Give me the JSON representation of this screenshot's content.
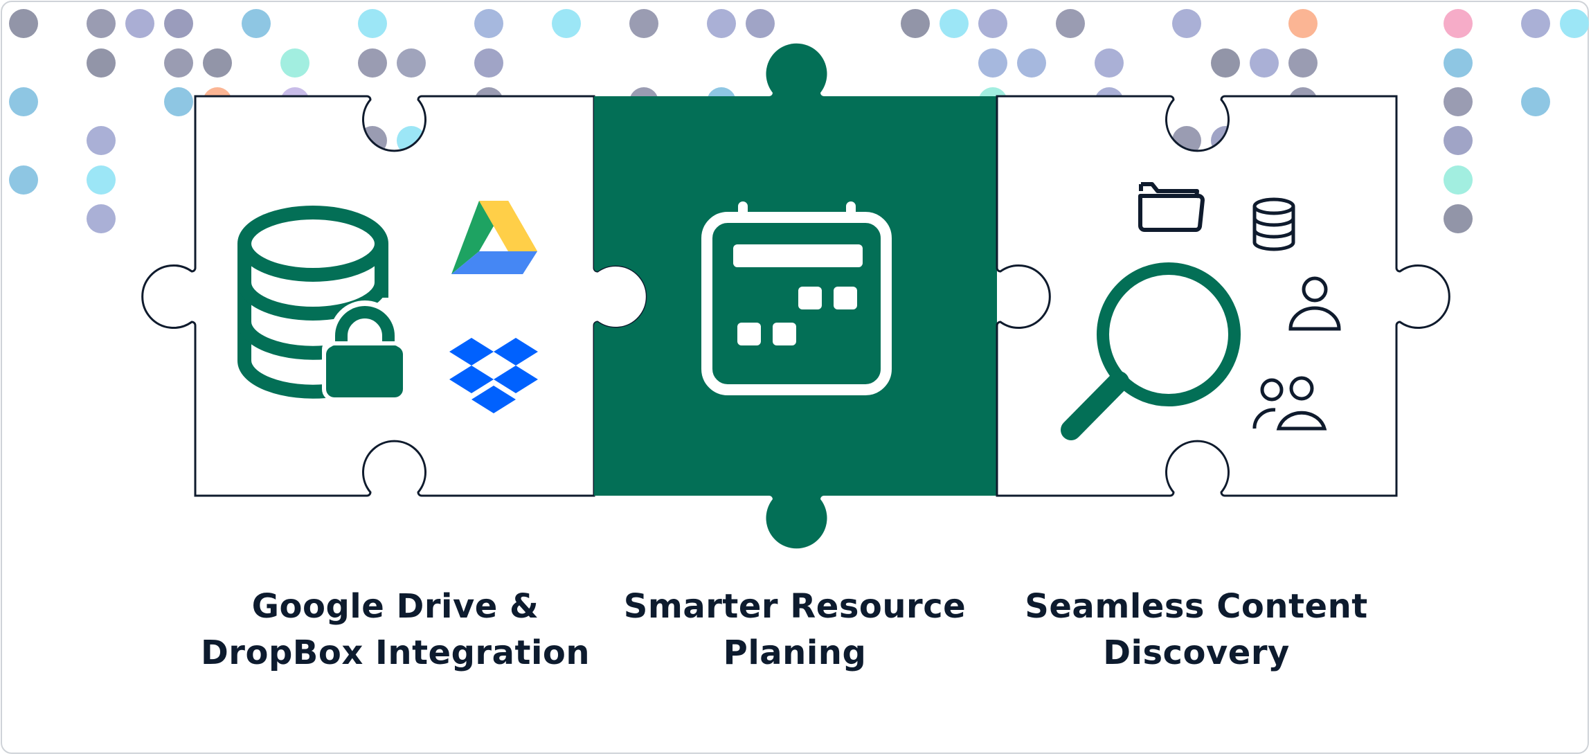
{
  "pieces": [
    {
      "id": "integration",
      "caption_lines": [
        "Google Drive &",
        "DropBox Integration"
      ]
    },
    {
      "id": "planning",
      "caption_lines": [
        "Smarter Resource",
        "Planing"
      ]
    },
    {
      "id": "discovery",
      "caption_lines": [
        "Seamless Content",
        "Discovery"
      ]
    }
  ],
  "colors": {
    "brand_green": "#036f56",
    "outline": "#0f1b2d",
    "text": "#0d1b2e",
    "google_drive": [
      "#1ea362",
      "#ffcf48",
      "#4587f4"
    ],
    "dropbox_blue": "#0061fe"
  },
  "icons": {
    "integration": [
      "database-lock-icon",
      "google-drive-icon",
      "dropbox-icon"
    ],
    "planning": [
      "calendar-icon"
    ],
    "discovery": [
      "magnifier-icon",
      "folder-icon",
      "database-icon",
      "user-icon",
      "users-icon"
    ]
  }
}
